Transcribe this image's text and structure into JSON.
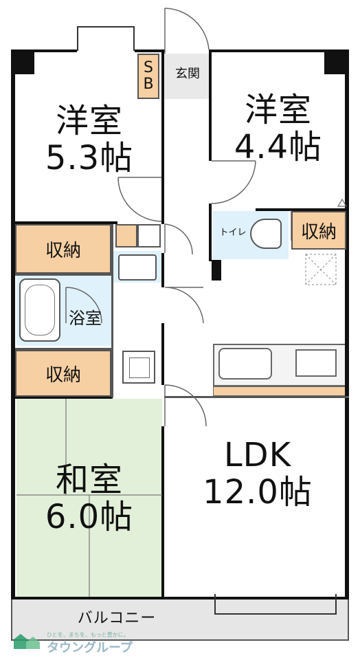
{
  "rooms": {
    "western1": {
      "name": "洋室",
      "size": "5.3帖"
    },
    "western2": {
      "name": "洋室",
      "size": "4.4帖"
    },
    "japanese": {
      "name": "和室",
      "size": "6.0帖"
    },
    "ldk": {
      "name": "LDK",
      "size": "12.0帖"
    },
    "bath": {
      "name": "浴室"
    },
    "toilet": {
      "name": "トイレ"
    },
    "entrance": {
      "name": "玄関"
    },
    "balcony": {
      "name": "バルコニー"
    }
  },
  "storage": {
    "label": "収納",
    "sb_top": "S",
    "sb_bottom": "B"
  },
  "colors": {
    "storage": "#f6cfa2",
    "japanese_room": "#e2f0d9",
    "wet_area": "#dff1fa",
    "balcony": "#e6e6e6",
    "logo": "#2a9d6a"
  },
  "logo": {
    "tagline": "ひとを、まちを、もっと豊かに。",
    "name": "タウングループ"
  }
}
